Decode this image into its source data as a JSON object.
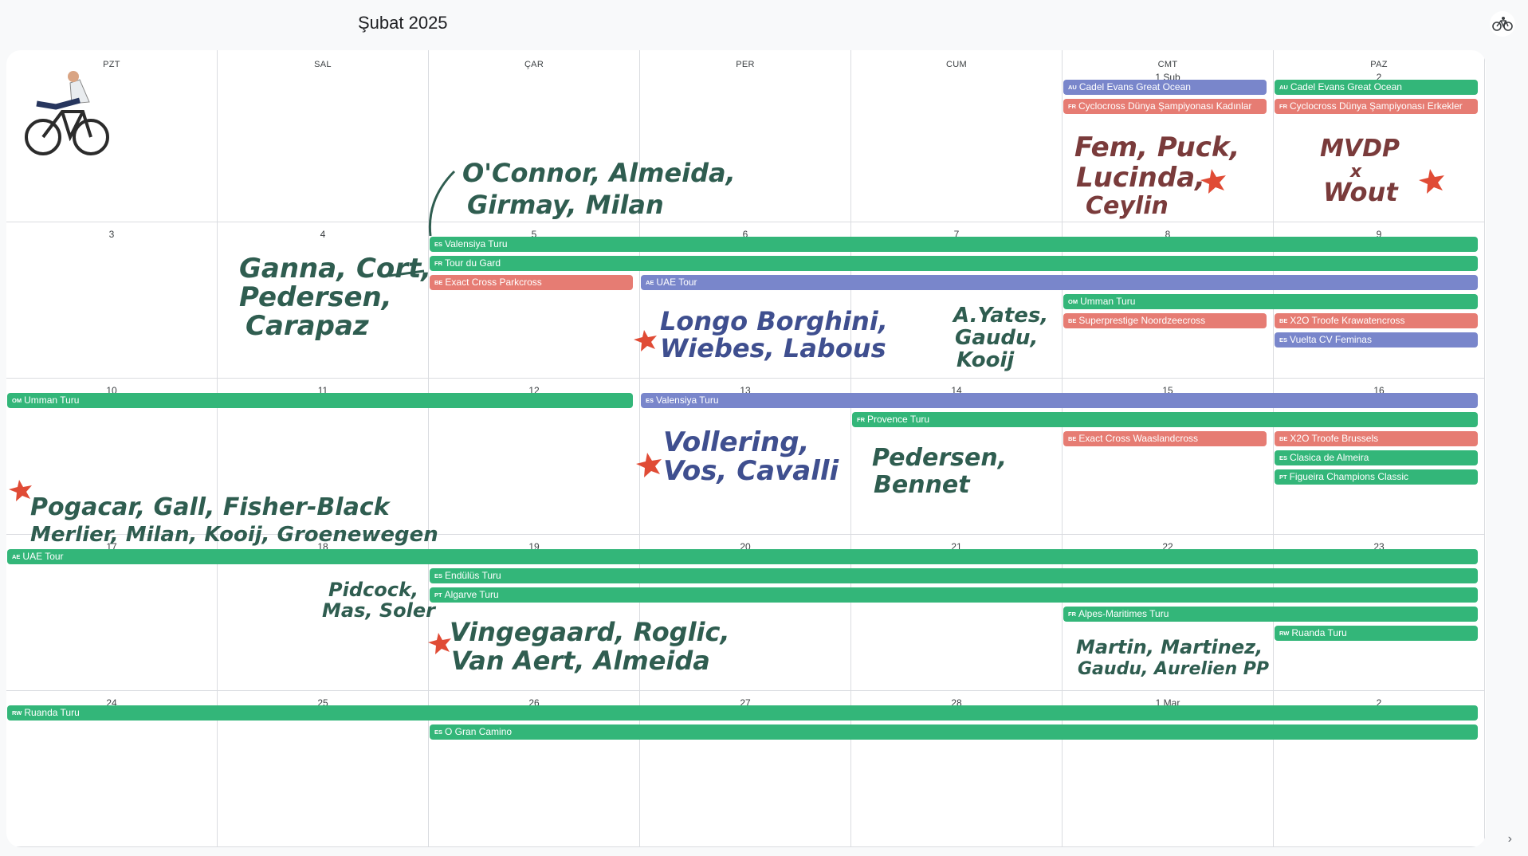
{
  "header": {
    "title": "Şubat 2025",
    "bike_icon": "bicycle-icon"
  },
  "weekdays": [
    "PZT",
    "SAL",
    "ÇAR",
    "PER",
    "CUM",
    "CMT",
    "PAZ"
  ],
  "weeks": [
    [
      "",
      "",
      "",
      "",
      "",
      "1 Şub",
      "2"
    ],
    [
      "3",
      "4",
      "5",
      "6",
      "7",
      "8",
      "9"
    ],
    [
      "10",
      "11",
      "12",
      "13",
      "14",
      "15",
      "16"
    ],
    [
      "17",
      "18",
      "19",
      "20",
      "21",
      "22",
      "23"
    ],
    [
      "24",
      "25",
      "26",
      "27",
      "28",
      "1 Mar",
      "2"
    ]
  ],
  "events": [
    {
      "cc": "AU",
      "label": "Cadel Evans Great Ocean",
      "color": "purple",
      "week": 0,
      "start": 5,
      "span": 1,
      "lane": 0
    },
    {
      "cc": "AU",
      "label": "Cadel Evans Great Ocean",
      "color": "green",
      "week": 0,
      "start": 6,
      "span": 1,
      "lane": 0
    },
    {
      "cc": "FR",
      "label": "Cyclocross Dünya Şampiyonası Kadınlar",
      "color": "red",
      "week": 0,
      "start": 5,
      "span": 1,
      "lane": 1
    },
    {
      "cc": "FR",
      "label": "Cyclocross Dünya Şampiyonası Erkekler",
      "color": "red",
      "week": 0,
      "start": 6,
      "span": 1,
      "lane": 1
    },
    {
      "cc": "ES",
      "label": "Valensiya Turu",
      "color": "green",
      "week": 1,
      "start": 2,
      "span": 5,
      "lane": 0
    },
    {
      "cc": "FR",
      "label": "Tour du Gard",
      "color": "green",
      "week": 1,
      "start": 2,
      "span": 5,
      "lane": 1
    },
    {
      "cc": "BE",
      "label": "Exact Cross Parkcross",
      "color": "red",
      "week": 1,
      "start": 2,
      "span": 1,
      "lane": 2
    },
    {
      "cc": "AE",
      "label": "UAE Tour",
      "color": "purple",
      "week": 1,
      "start": 3,
      "span": 4,
      "lane": 2
    },
    {
      "cc": "OM",
      "label": "Umman Turu",
      "color": "green",
      "week": 1,
      "start": 5,
      "span": 2,
      "lane": 3
    },
    {
      "cc": "BE",
      "label": "Superprestige Noordzeecross",
      "color": "red",
      "week": 1,
      "start": 5,
      "span": 1,
      "lane": 4
    },
    {
      "cc": "BE",
      "label": "X2O Troofe Krawatencross",
      "color": "red",
      "week": 1,
      "start": 6,
      "span": 1,
      "lane": 4
    },
    {
      "cc": "ES",
      "label": "Vuelta CV Feminas",
      "color": "purple",
      "week": 1,
      "start": 6,
      "span": 1,
      "lane": 5
    },
    {
      "cc": "OM",
      "label": "Umman Turu",
      "color": "green",
      "week": 2,
      "start": 0,
      "span": 3,
      "lane": 0
    },
    {
      "cc": "ES",
      "label": "Valensiya Turu",
      "color": "purple",
      "week": 2,
      "start": 3,
      "span": 4,
      "lane": 0
    },
    {
      "cc": "FR",
      "label": "Provence Turu",
      "color": "green",
      "week": 2,
      "start": 4,
      "span": 3,
      "lane": 1
    },
    {
      "cc": "BE",
      "label": "Exact Cross Waaslandcross",
      "color": "red",
      "week": 2,
      "start": 5,
      "span": 1,
      "lane": 2
    },
    {
      "cc": "BE",
      "label": "X2O Troofe Brussels",
      "color": "red",
      "week": 2,
      "start": 6,
      "span": 1,
      "lane": 2
    },
    {
      "cc": "ES",
      "label": "Clasica de Almeira",
      "color": "green",
      "week": 2,
      "start": 6,
      "span": 1,
      "lane": 3
    },
    {
      "cc": "PT",
      "label": "Figueira Champions Classic",
      "color": "green",
      "week": 2,
      "start": 6,
      "span": 1,
      "lane": 4
    },
    {
      "cc": "AE",
      "label": "UAE Tour",
      "color": "green",
      "week": 3,
      "start": 0,
      "span": 7,
      "lane": 0
    },
    {
      "cc": "ES",
      "label": "Endülüs Turu",
      "color": "green",
      "week": 3,
      "start": 2,
      "span": 5,
      "lane": 1
    },
    {
      "cc": "PT",
      "label": "Algarve Turu",
      "color": "green",
      "week": 3,
      "start": 2,
      "span": 5,
      "lane": 2
    },
    {
      "cc": "FR",
      "label": "Alpes-Maritimes Turu",
      "color": "green",
      "week": 3,
      "start": 5,
      "span": 2,
      "lane": 3
    },
    {
      "cc": "RW",
      "label": "Ruanda Turu",
      "color": "green",
      "week": 3,
      "start": 6,
      "span": 1,
      "lane": 4
    },
    {
      "cc": "RW",
      "label": "Ruanda Turu",
      "color": "green",
      "week": 4,
      "start": 0,
      "span": 7,
      "lane": 0
    },
    {
      "cc": "ES",
      "label": "O Gran Camino",
      "color": "green",
      "week": 4,
      "start": 2,
      "span": 5,
      "lane": 1
    }
  ],
  "notes": {
    "n1a": "O'Connor, Almeida,",
    "n1b": "Girmay, Milan",
    "n2a": "Fem, Puck,",
    "n2b": "Lucinda,",
    "n2c": "Ceylin",
    "n3a": "MVDP",
    "n3b": "x",
    "n3c": "Wout",
    "n4a": "Ganna, Cort,",
    "n4b": "Pedersen,",
    "n4c": "Carapaz",
    "n5a": "Longo Borghini,",
    "n5b": "Wiebes, Labous",
    "n6a": "A.Yates,",
    "n6b": "Gaudu,",
    "n6c": "Kooij",
    "n7a": "Vollering,",
    "n7b": "Vos, Cavalli",
    "n8a": "Pedersen,",
    "n8b": "Bennet",
    "n9a": "Pogacar, Gall, Fisher-Black",
    "n9b": "Merlier, Milan, Kooij, Groenewegen",
    "n10a": "Pidcock,",
    "n10b": "Mas, Soler",
    "n11a": "Vingegaard, Roglic,",
    "n11b": "Van Aert, Almeida",
    "n12a": "Martin, Martinez,",
    "n12b": "Gaudu, Aurelien PP"
  }
}
